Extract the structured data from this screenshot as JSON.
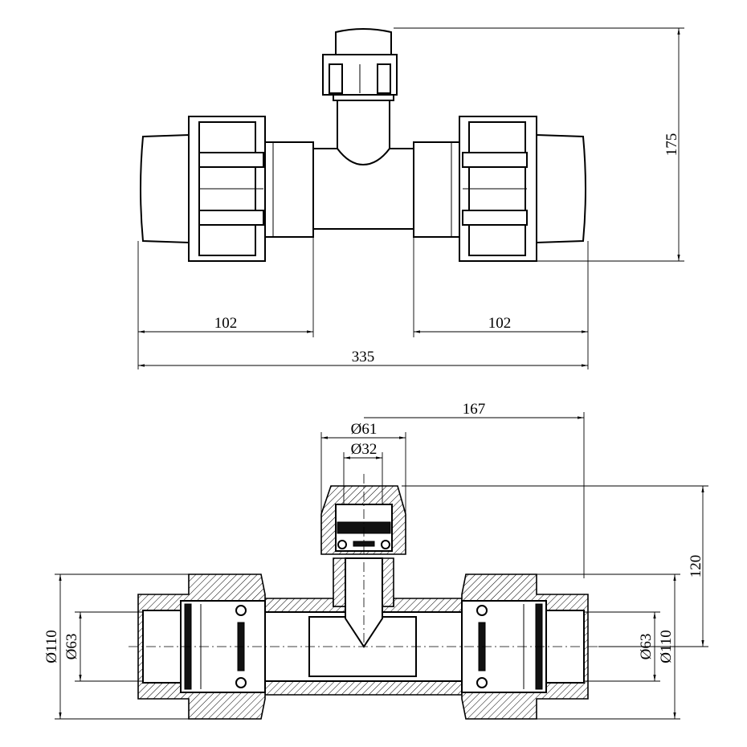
{
  "top_view": {
    "dim_height": "175",
    "dim_left_socket": "102",
    "dim_right_socket": "102",
    "dim_total_length": "335"
  },
  "section_view": {
    "dim_branch_offset": "167",
    "dim_branch_outer": "Ø61",
    "dim_branch_inner": "Ø32",
    "dim_branch_height": "120",
    "dim_left_outer": "Ø110",
    "dim_left_inner": "Ø63",
    "dim_right_inner": "Ø63",
    "dim_right_outer": "Ø110"
  }
}
